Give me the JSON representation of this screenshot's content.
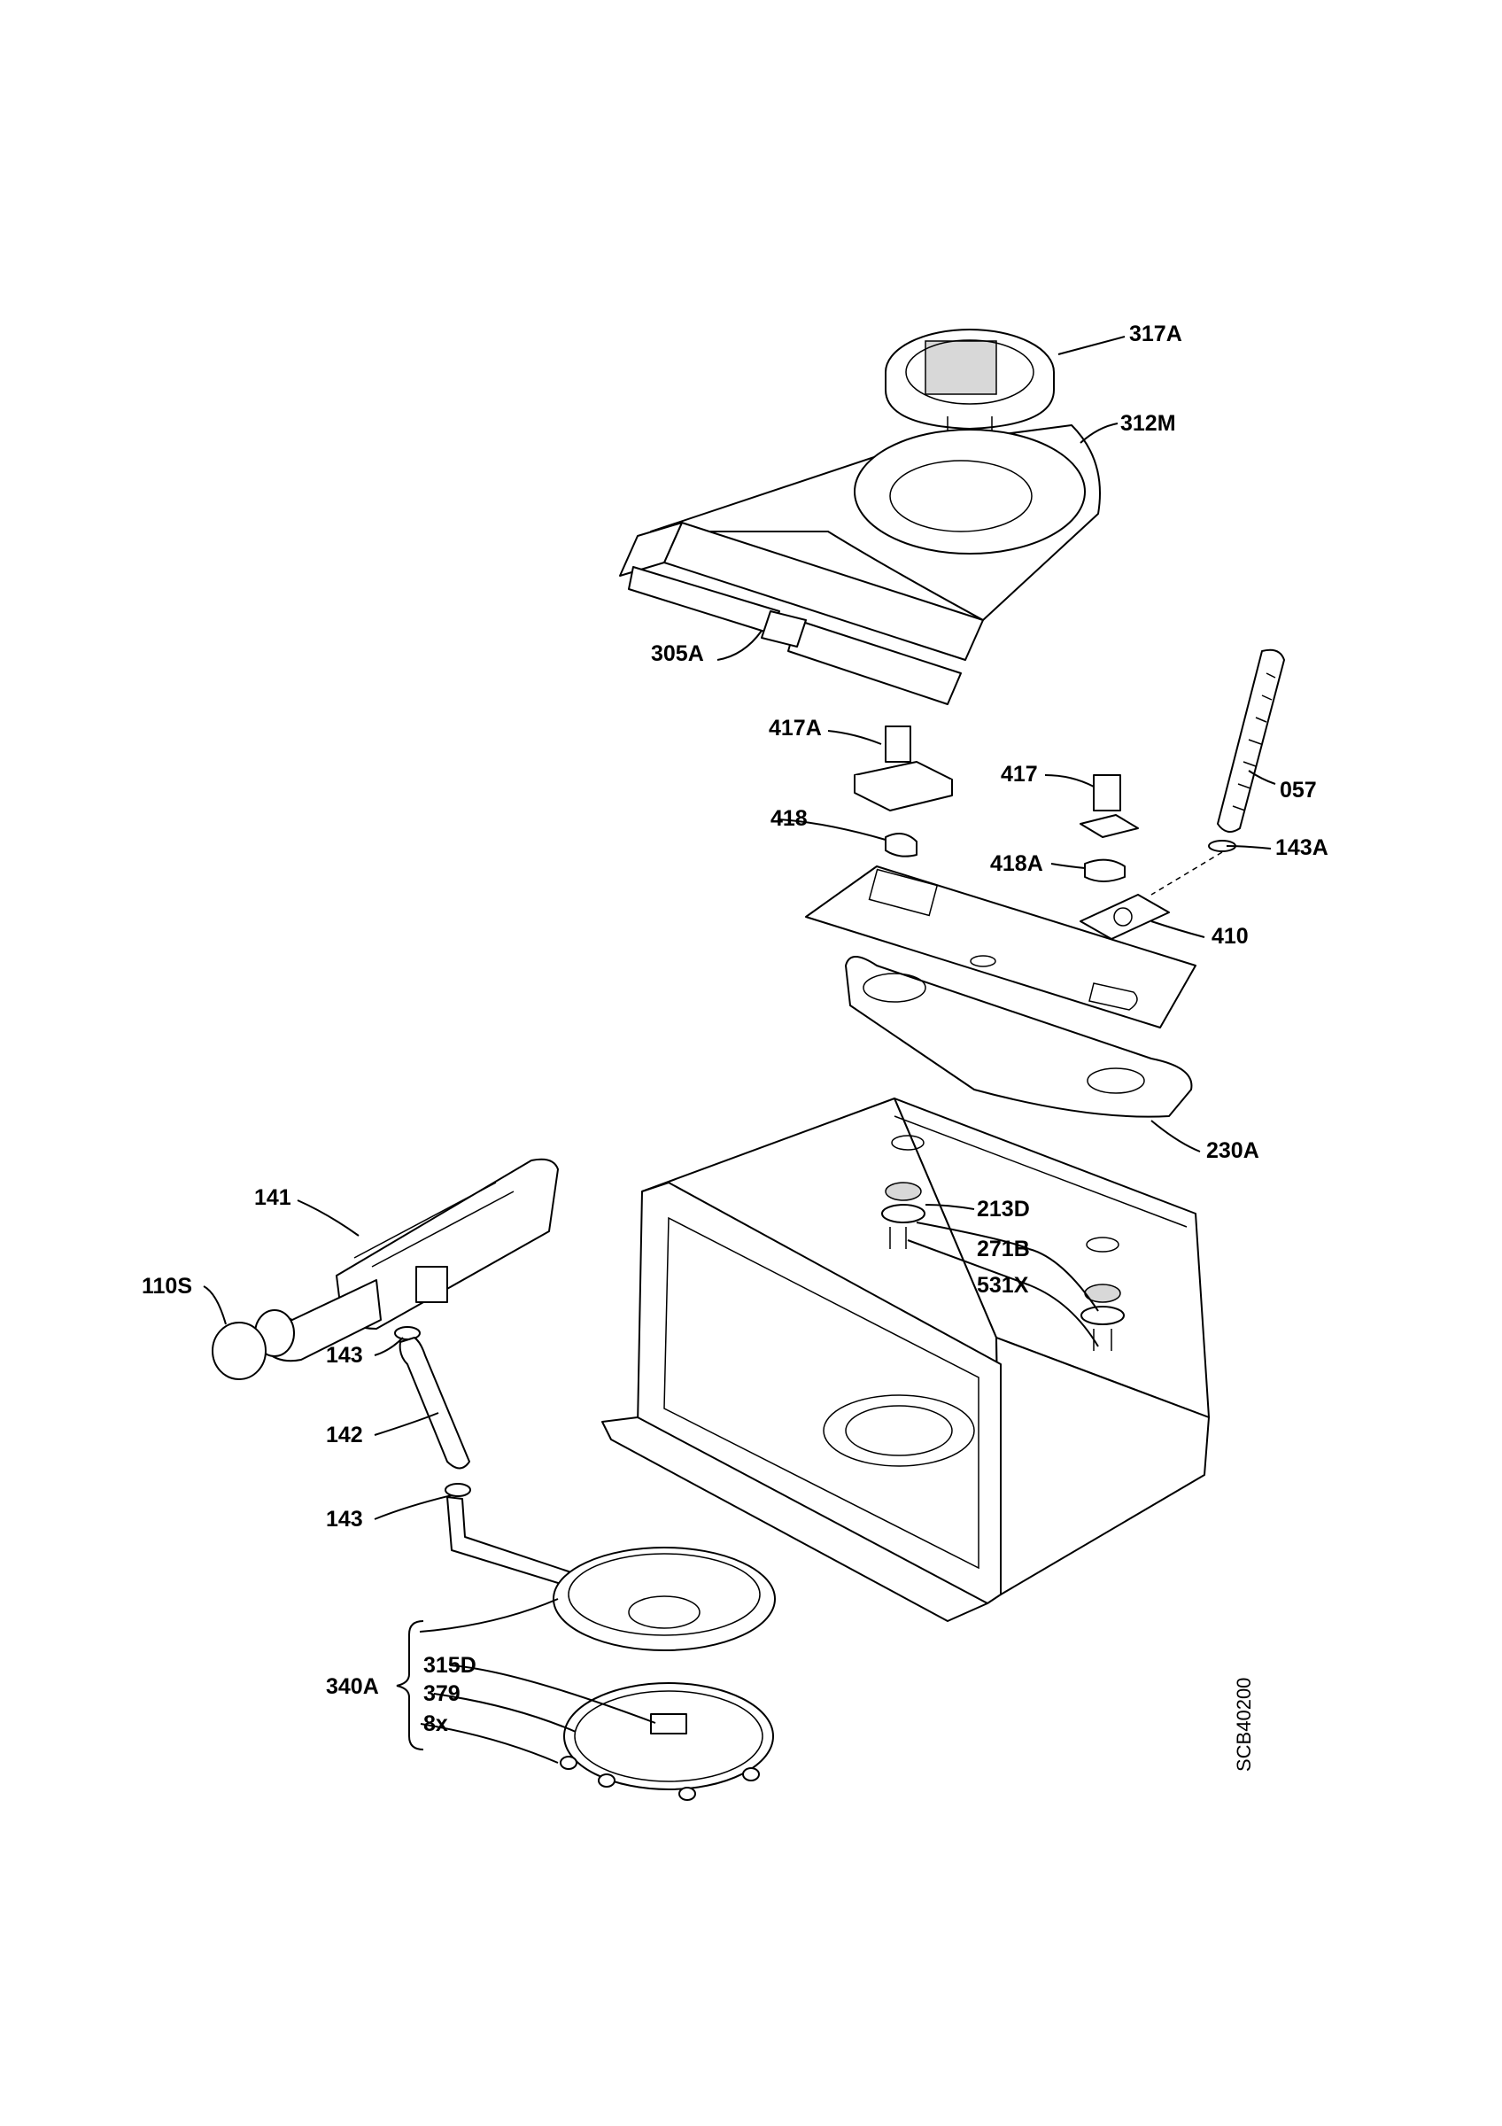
{
  "diagram": {
    "drawing_code": "SCB40200",
    "callouts": {
      "c317A": "317A",
      "c312M": "312M",
      "c305A": "305A",
      "c417A": "417A",
      "c417": "417",
      "c057": "057",
      "c418": "418",
      "c143A": "143A",
      "c418A": "418A",
      "c410": "410",
      "c230A": "230A",
      "c141": "141",
      "c213D": "213D",
      "c271B": "271B",
      "c110S": "110S",
      "c531X": "531X",
      "c143a": "143",
      "c142": "142",
      "c143b": "143",
      "c340A": "340A",
      "c315D": "315D",
      "c379": "379",
      "c8x": "8x"
    }
  }
}
